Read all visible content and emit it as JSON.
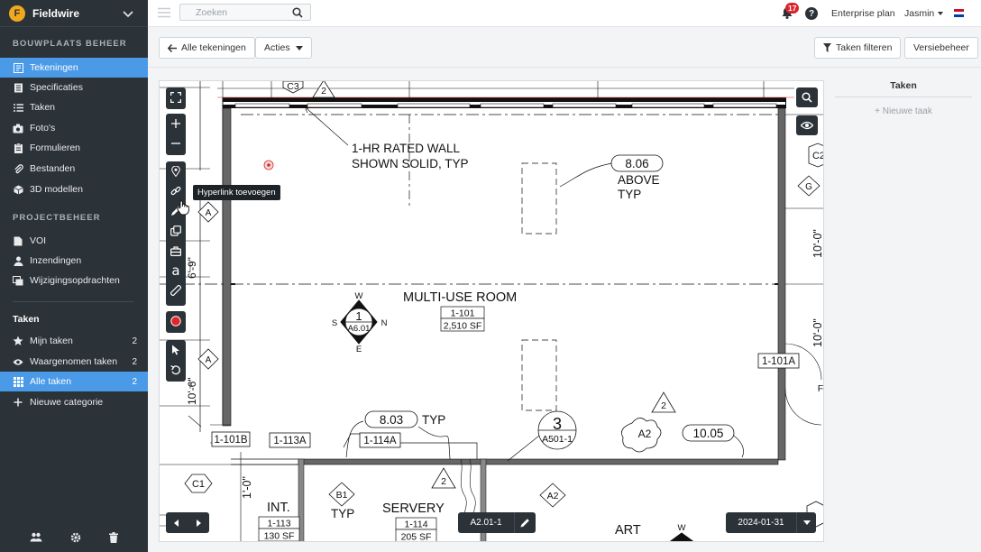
{
  "app": {
    "name": "Fieldwire"
  },
  "sidebar": {
    "section_site": "BOUWPLAATS BEHEER",
    "site_items": [
      {
        "label": "Tekeningen",
        "icon": "drawings-icon"
      },
      {
        "label": "Specificaties",
        "icon": "specs-icon"
      },
      {
        "label": "Taken",
        "icon": "list-icon"
      },
      {
        "label": "Foto's",
        "icon": "camera-icon"
      },
      {
        "label": "Formulieren",
        "icon": "form-icon"
      },
      {
        "label": "Bestanden",
        "icon": "paperclip-icon"
      },
      {
        "label": "3D modellen",
        "icon": "cube-icon"
      }
    ],
    "section_project": "PROJECTBEHEER",
    "project_items": [
      {
        "label": "VOI",
        "icon": "document-icon"
      },
      {
        "label": "Inzendingen",
        "icon": "person-icon"
      },
      {
        "label": "Wijzigingsopdrachten",
        "icon": "change-order-icon"
      }
    ],
    "section_tasks": "Taken",
    "task_items": [
      {
        "label": "Mijn taken",
        "count": "2",
        "icon": "star-icon"
      },
      {
        "label": "Waargenomen taken",
        "count": "2",
        "icon": "eye-icon"
      },
      {
        "label": "Alle taken",
        "count": "2",
        "icon": "grid-icon"
      },
      {
        "label": "Nieuwe categorie",
        "count": "",
        "icon": "plus-icon"
      }
    ]
  },
  "topbar": {
    "search_placeholder": "Zoeken",
    "notification_count": "17",
    "help_label": "?",
    "plan": "Enterprise plan",
    "user": "Jasmin"
  },
  "toolbar": {
    "back_label": "Alle tekeningen",
    "actions_label": "Acties",
    "filter_label": "Taken filteren",
    "version_label": "Versiebeheer"
  },
  "viewer": {
    "tooltip": "Hyperlink toevoegen",
    "sheet_label": "A2.01-1",
    "version_date": "2024-01-31",
    "text_tool_label": "a"
  },
  "tasks_panel": {
    "title": "Taken",
    "new_task": "+ Nieuwe taak"
  },
  "plan": {
    "wall_note_1": "1-HR RATED WALL",
    "wall_note_2": "SHOWN SOLID, TYP",
    "tag_806": "8.06",
    "above_1": "ABOVE",
    "above_2": "TYP",
    "room_name": "MULTI-USE ROOM",
    "room_num": "1-101",
    "room_area": "2,510 SF",
    "compass_num": "1",
    "compass_sheet": "A6.01",
    "compass_w": "W",
    "compass_s": "S",
    "compass_n": "N",
    "compass_e": "E",
    "tag_803": "8.03",
    "typ": "TYP",
    "section_num": "3",
    "section_sheet": "A501-1",
    "tag_1005": "10.05",
    "door_101b": "1-101B",
    "door_113a": "1-113A",
    "door_114a": "1-114A",
    "door_101a": "1-101A",
    "int_label": "INT.",
    "room_113": "1-113",
    "area_113": "130 SF",
    "servery": "SERVERY",
    "room_114": "1-114",
    "area_114": "205 SF",
    "art": "ART",
    "grid_c3": "C3",
    "grid_c2": "C2",
    "grid_c1": "C1",
    "grid_g": "G",
    "grid_f": "F",
    "mark_a": "A",
    "mark_2": "2",
    "mark_a2": "A2",
    "mark_b1": "B1",
    "dim_69": "6'-9\"",
    "dim_106": "10'-6\"",
    "dim_10": "10'-0\"",
    "dim_1": "1'-0\"",
    "compass_w2": "W"
  },
  "colors": {
    "sidebar_bg": "#2b3238",
    "accent": "#4a9ae8",
    "badge": "#d9262b",
    "brand": "#f0a81c"
  }
}
